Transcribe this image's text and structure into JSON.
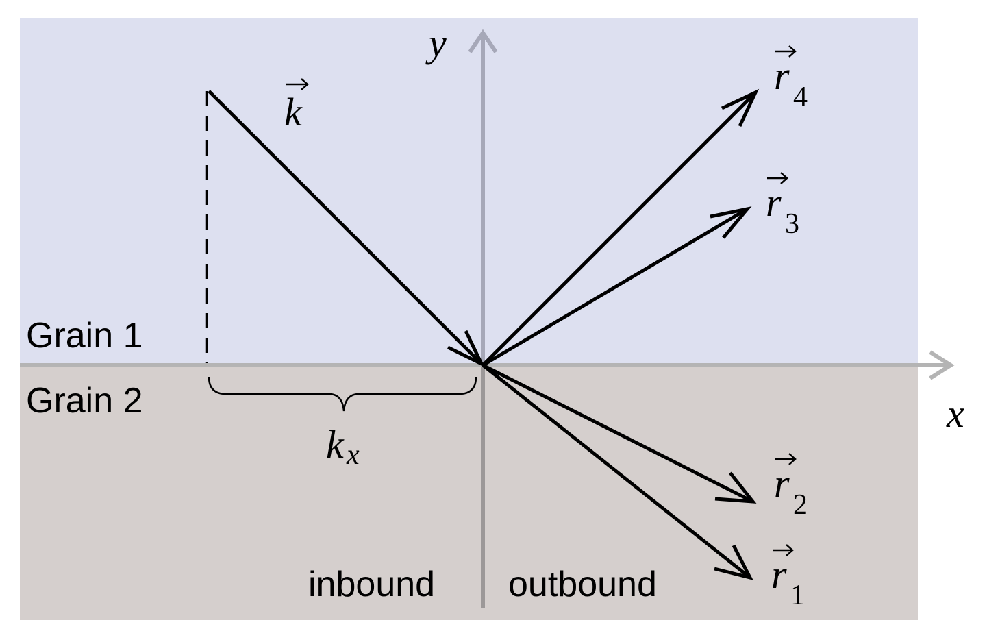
{
  "regions": {
    "top_label": "Grain 1",
    "bottom_label": "Grain 2",
    "top_color": "#dde0f0",
    "bottom_color": "#d5cfcd"
  },
  "axes": {
    "x_label": "x",
    "y_label": "y"
  },
  "vectors": {
    "incident": {
      "symbol": "k"
    },
    "r1": {
      "symbol": "r",
      "subscript": "1"
    },
    "r2": {
      "symbol": "r",
      "subscript": "2"
    },
    "r3": {
      "symbol": "r",
      "subscript": "3"
    },
    "r4": {
      "symbol": "r",
      "subscript": "4"
    }
  },
  "brace": {
    "symbol": "k",
    "subscript": "x"
  },
  "zones": {
    "left": "inbound",
    "right": "outbound"
  }
}
